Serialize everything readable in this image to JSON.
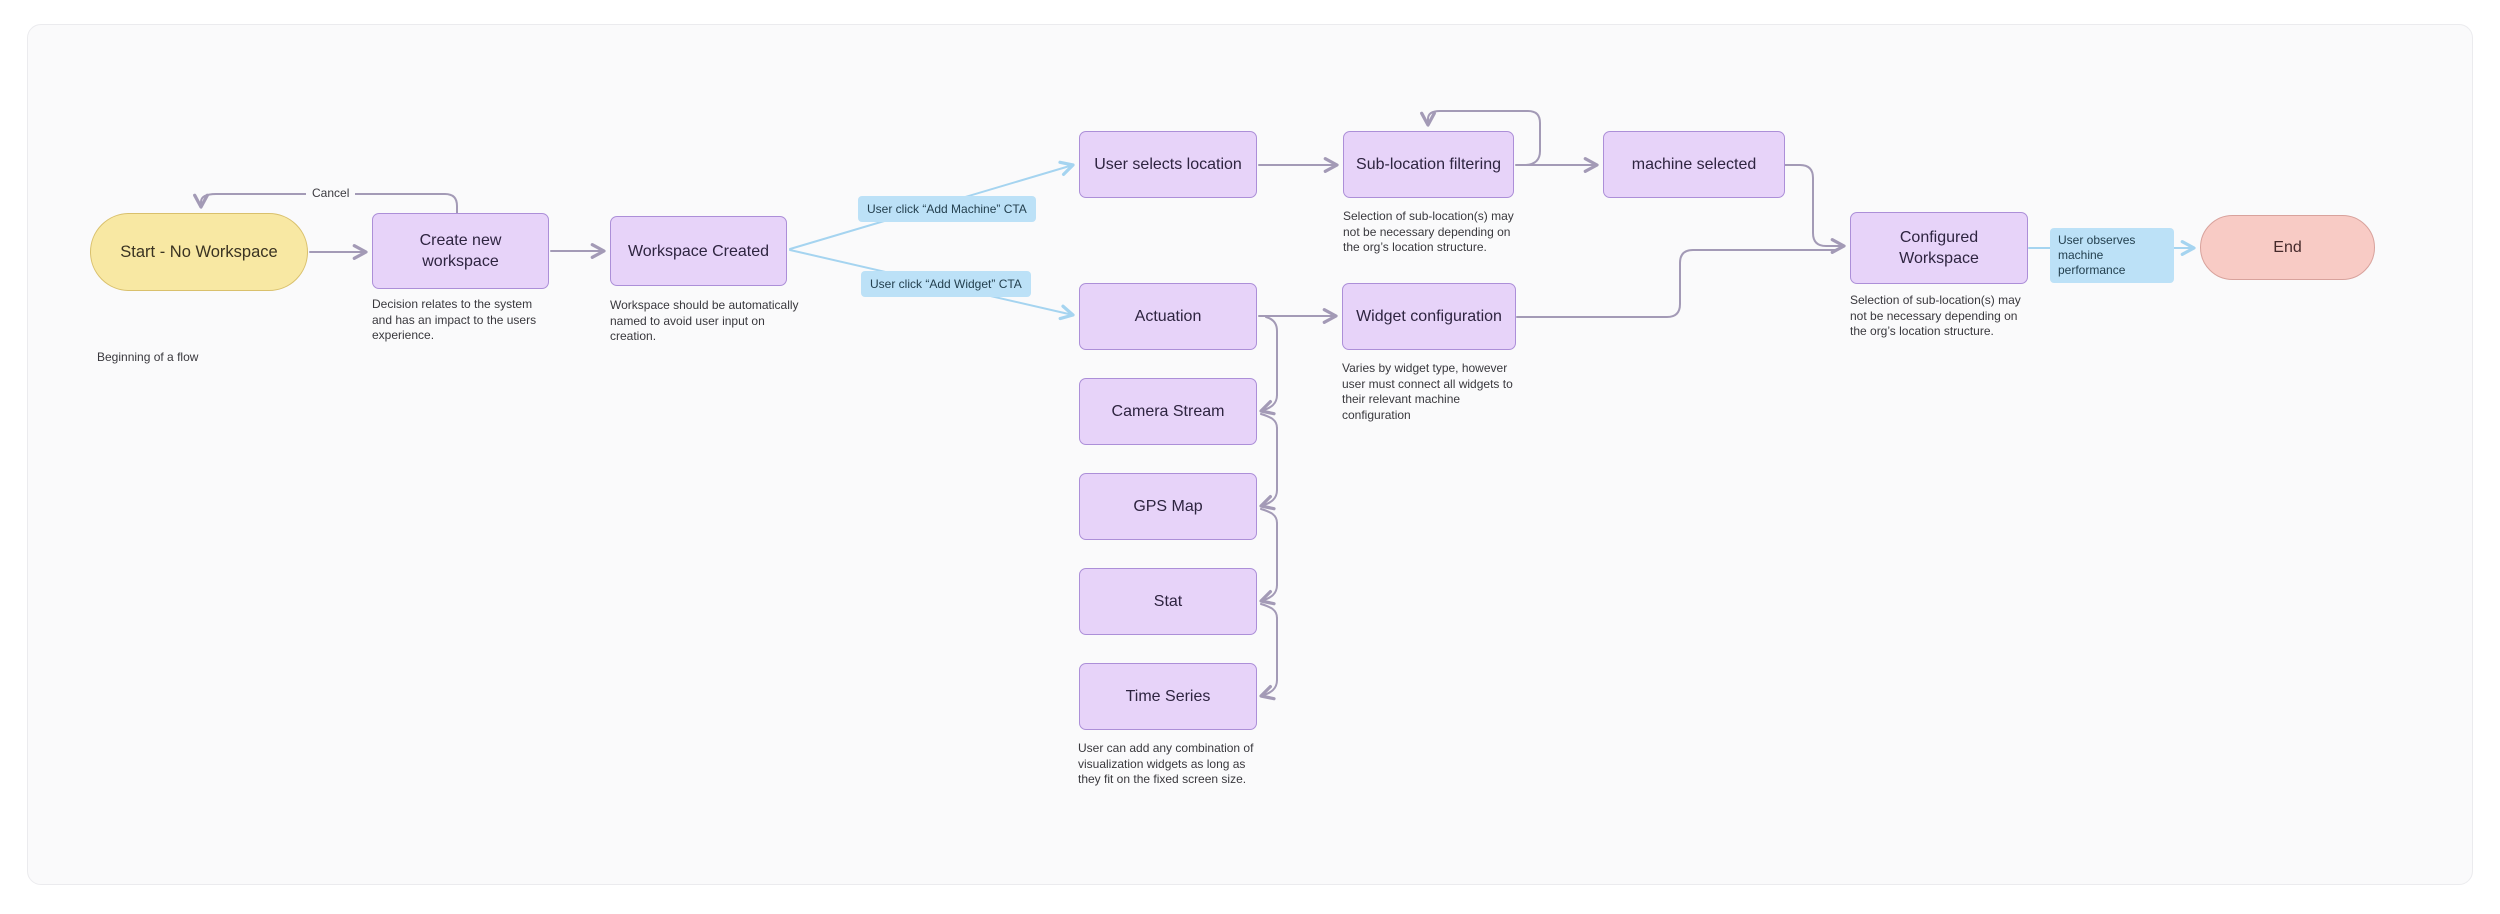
{
  "nodes": {
    "start": {
      "label": "Start - No Workspace"
    },
    "create_new_workspace": {
      "label": "Create new workspace"
    },
    "workspace_created": {
      "label": "Workspace Created"
    },
    "user_selects_location": {
      "label": "User selects location"
    },
    "sub_location_filtering": {
      "label": "Sub-location filtering"
    },
    "machine_selected": {
      "label": "machine selected"
    },
    "actuation": {
      "label": "Actuation"
    },
    "widget_configuration": {
      "label": "Widget configuration"
    },
    "camera_stream": {
      "label": "Camera Stream"
    },
    "gps_map": {
      "label": "GPS Map"
    },
    "stat": {
      "label": "Stat"
    },
    "time_series": {
      "label": "Time Series"
    },
    "configured_workspace": {
      "label": "Configured Workspace"
    },
    "end": {
      "label": "End"
    }
  },
  "edge_labels": {
    "cancel": "Cancel",
    "add_machine_cta": "User click “Add Machine” CTA",
    "add_widget_cta": "User click “Add Widget” CTA",
    "observes_performance": "User observes machine performance"
  },
  "annotations": {
    "beginning_of_flow": "Beginning of a flow",
    "create_workspace_note": "Decision relates to the system and has an impact to the users experience.",
    "workspace_created_note": "Workspace should be automatically named to avoid user input on creation.",
    "sub_location_note": "Selection of sub-location(s) may not be necessary depending on the org’s location structure.",
    "widget_configuration_note": "Varies by widget type, however user must connect all widgets to their relevant machine configuration",
    "time_series_note": "User can add any combination of visualization widgets as long as they fit on the fixed screen size.",
    "configured_workspace_note": "Selection of sub-location(s) may not be necessary depending on the org’s location structure."
  },
  "colors": {
    "node_fill": "#e7d3f9",
    "node_border": "#ac8fd8",
    "node_text": "#2e2440",
    "start_fill": "#f8e8a3",
    "start_border": "#d9c06c",
    "end_fill": "#f8cbc5",
    "end_border": "#d8a29c",
    "label_fill": "#bce1f7",
    "label_text": "#24404f",
    "connector": "#a39ab6",
    "connector_blue": "#a5d4f0",
    "canvas_bg": "#fafafb",
    "page_bg": "#ffffff"
  }
}
